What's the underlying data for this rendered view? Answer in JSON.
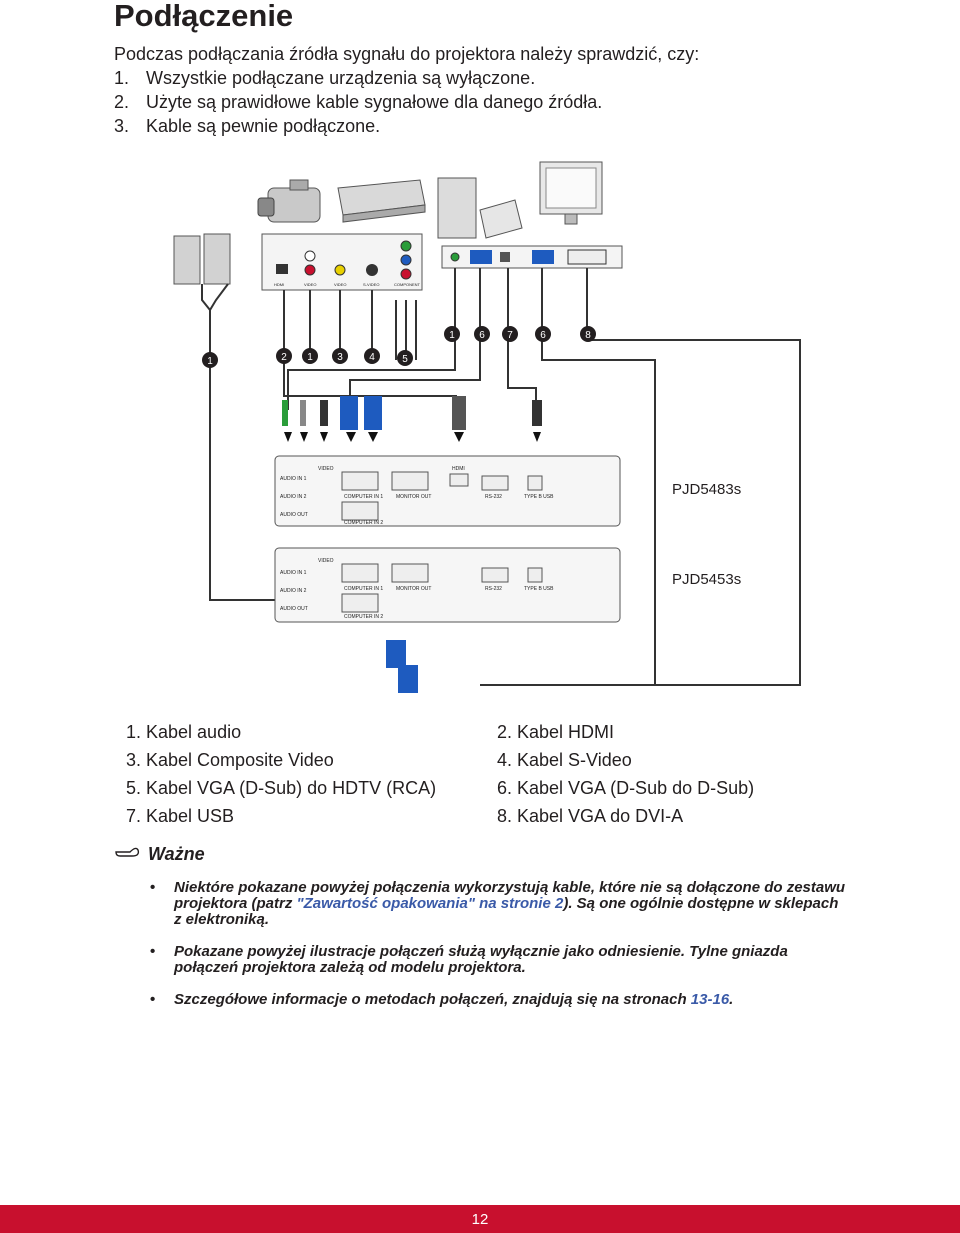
{
  "title": "Podłączenie",
  "intro": "Podczas podłączania źródła sygnału do projektora należy sprawdzić, czy:",
  "steps": [
    {
      "num": "1.",
      "text": "Wszystkie podłączane urządzenia są wyłączone."
    },
    {
      "num": "2.",
      "text": "Użyte są prawidłowe kable sygnałowe dla danego źródła."
    },
    {
      "num": "3.",
      "text": "Kable są pewnie podłączone."
    }
  ],
  "diagram": {
    "model_top": "PJD5483s",
    "model_bottom": "PJD5453s",
    "source_labels": [
      "HDMI",
      "VIDEO",
      "VIDEO",
      "S-VIDEO",
      "COMPONENT"
    ],
    "callouts_top": [
      "1",
      "6",
      "7",
      "6",
      "8"
    ],
    "callouts_bottom": [
      "1",
      "2",
      "1",
      "3",
      "4",
      "5"
    ],
    "panel_labels": {
      "audio_in1": "AUDIO IN 1",
      "audio_in2": "AUDIO IN 2",
      "audio_out": "AUDIO OUT",
      "video": "VIDEO",
      "computer_in1": "COMPUTER IN 1",
      "computer_in2": "COMPUTER IN 2",
      "monitor_out": "MONITOR OUT",
      "hdmi": "HDMI",
      "rs232": "RS-232",
      "typeb": "TYPE B USB"
    }
  },
  "legend": [
    [
      "1. Kabel audio",
      "2. Kabel HDMI"
    ],
    [
      "3. Kabel Composite Video",
      "4. Kabel S-Video"
    ],
    [
      "5. Kabel VGA (D-Sub) do HDTV (RCA)",
      "6. Kabel VGA (D-Sub do D-Sub)"
    ],
    [
      "7. Kabel USB",
      "8. Kabel VGA do DVI-A"
    ]
  ],
  "important_heading": "Ważne",
  "notes": {
    "n1_a": "Niektóre pokazane powyżej połączenia wykorzystują kable, które nie są dołączone do zestawu projektora (patrz ",
    "n1_link": "\"Zawartość opakowania\" na stronie 2",
    "n1_b": "). Są one ogólnie dostępne w sklepach z elektroniką.",
    "n2": "Pokazane powyżej ilustracje połączeń służą wyłącznie jako odniesienie. Tylne gniazda połączeń projektora zależą od modelu projektora.",
    "n3_a": "Szczegółowe informacje o metodach połączeń, znajdują się na stronach ",
    "n3_link": "13-16",
    "n3_b": "."
  },
  "page_number": "12",
  "colors": {
    "footer": "#c8102e",
    "link": "#3a5aa8"
  }
}
